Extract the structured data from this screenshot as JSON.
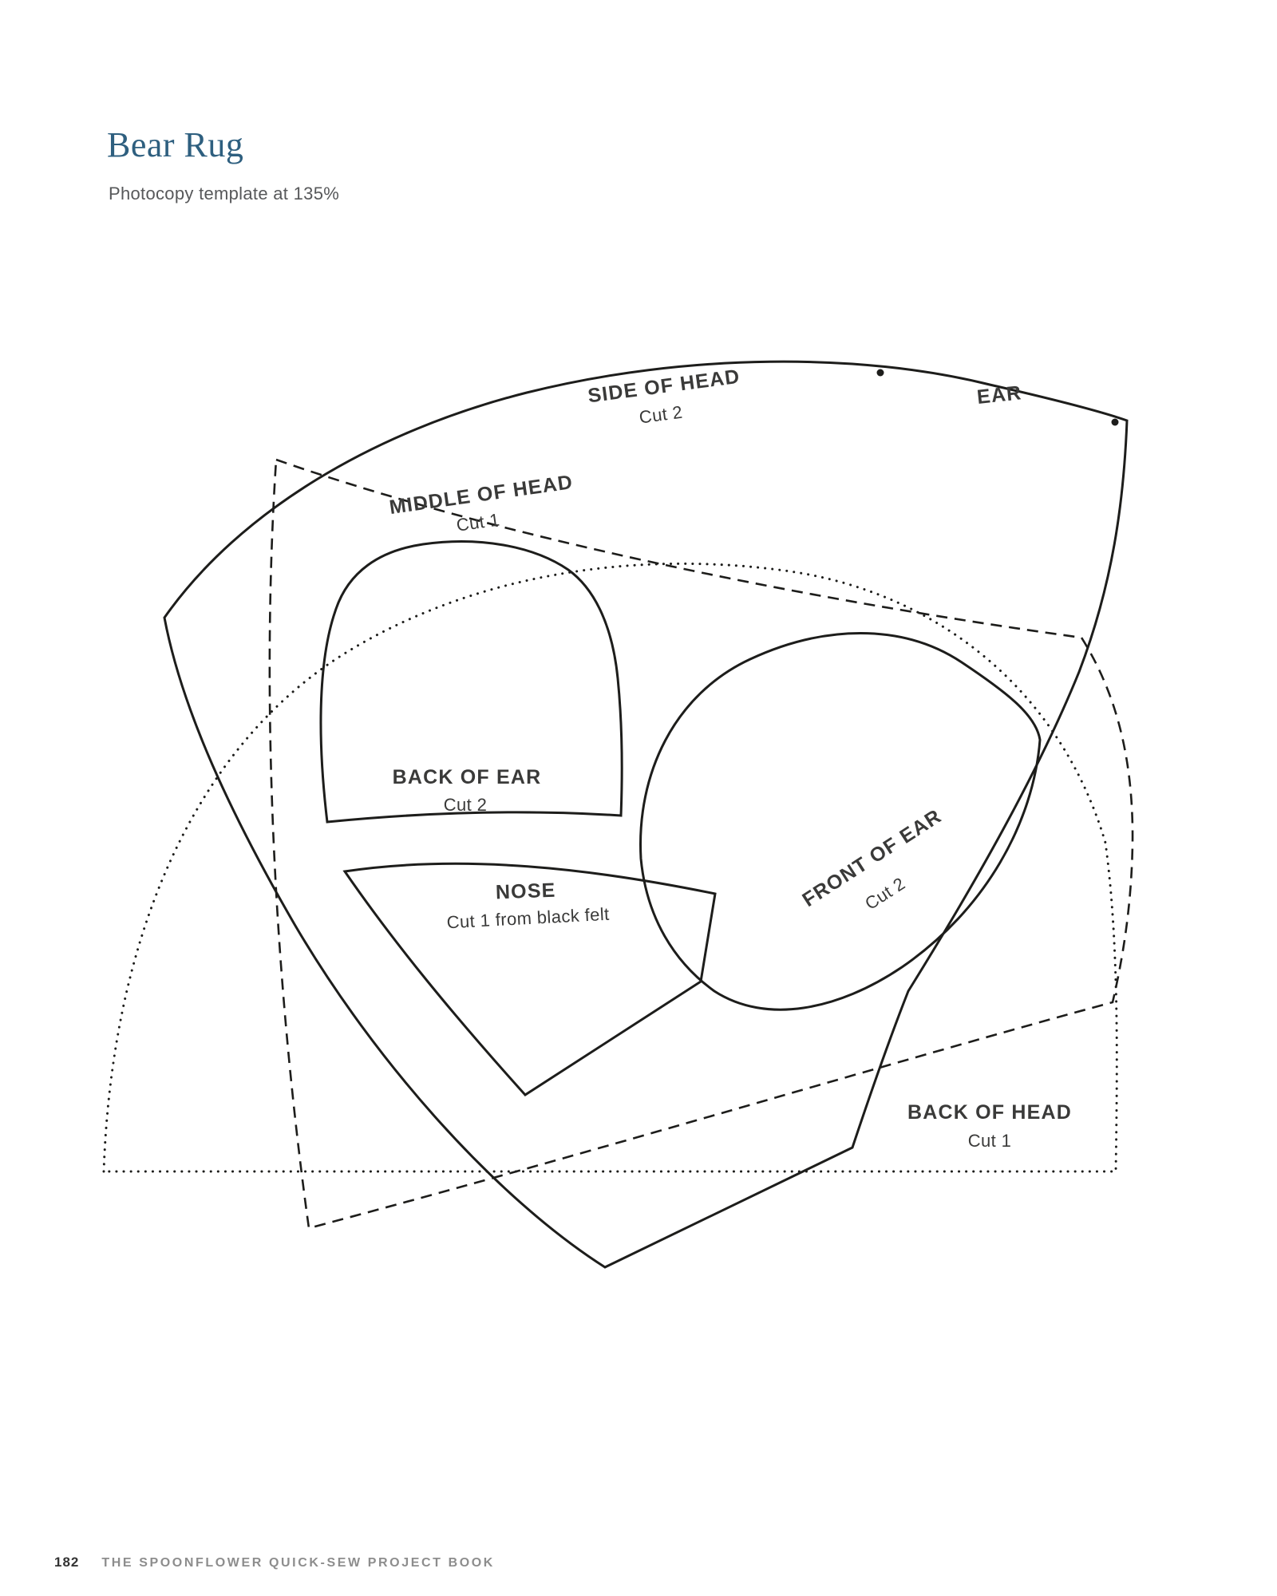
{
  "page": {
    "title": "Bear Rug",
    "subtitle": "Photocopy template at 135%",
    "footer": {
      "page_number": "182",
      "book_title": "THE SPOONFLOWER QUICK-SEW PROJECT BOOK"
    }
  },
  "pieces": {
    "side_of_head": {
      "label": "SIDE OF HEAD",
      "cut": "Cut 2",
      "line_style": "solid"
    },
    "ear": {
      "label": "EAR",
      "line_style": "solid"
    },
    "middle_of_head": {
      "label": "MIDDLE OF HEAD",
      "cut": "Cut 1",
      "line_style": "dashed"
    },
    "back_of_ear": {
      "label": "BACK OF EAR",
      "cut": "Cut 2",
      "line_style": "solid"
    },
    "nose": {
      "label": "NOSE",
      "cut": "Cut 1 from black felt",
      "line_style": "solid"
    },
    "front_of_ear": {
      "label": "FRONT OF EAR",
      "cut": "Cut 2",
      "line_style": "solid"
    },
    "back_of_head": {
      "label": "BACK OF HEAD",
      "cut": "Cut 1",
      "line_style": "dotted"
    }
  },
  "colors": {
    "title_blue": "#2e5f7f",
    "line": "#1d1d1b",
    "label_text": "#3a3a39",
    "subtitle_gray": "#57585a",
    "footer_gray": "#8d8d8d"
  }
}
